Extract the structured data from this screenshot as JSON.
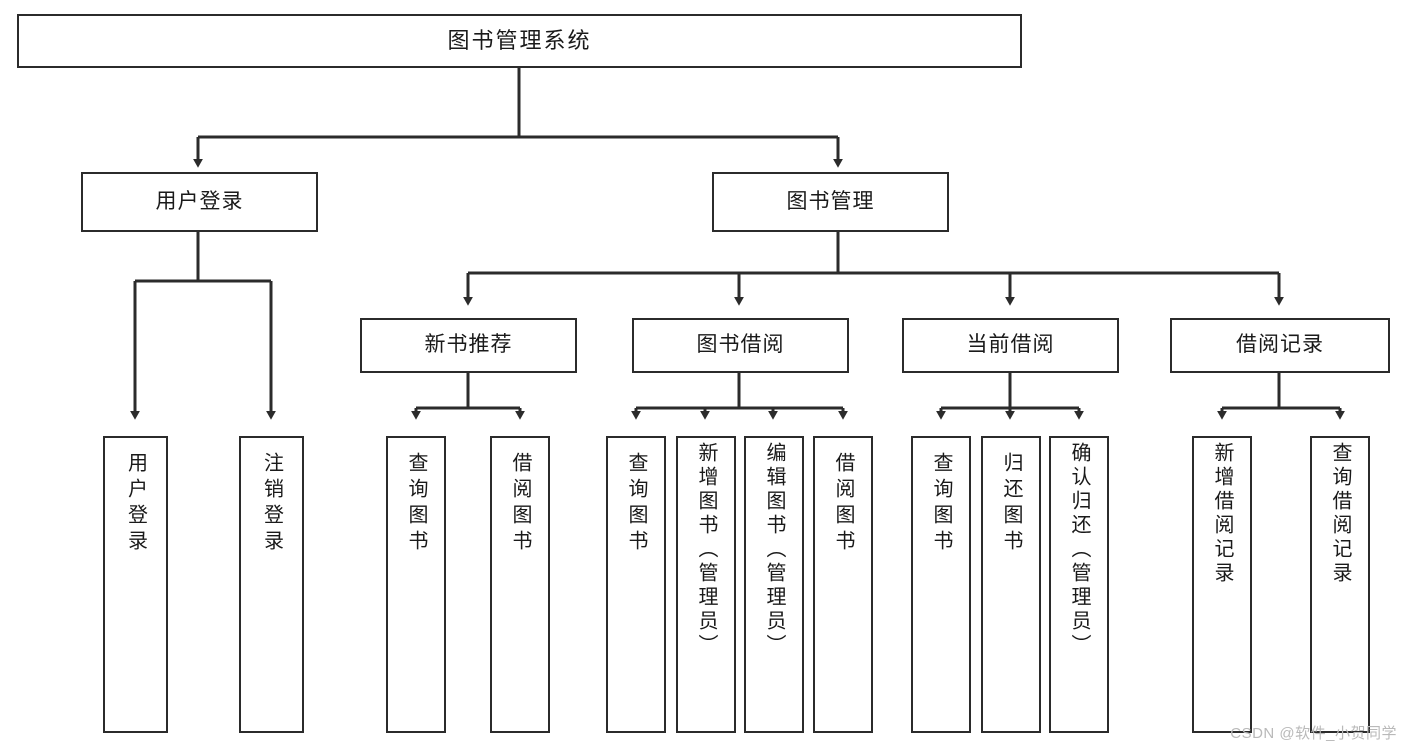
{
  "diagram": {
    "title": "图书管理系统",
    "type": "tree",
    "colors": {
      "background": "#ffffff",
      "box_border": "#2b2b2b",
      "box_fill": "#ffffff",
      "text": "#1a1a1a",
      "connector": "#2b2b2b",
      "watermark": "#b9b9b9"
    }
  },
  "watermark": {
    "text": "CSDN @软件_小贺同学"
  },
  "nodes": {
    "root": {
      "label": "图书管理系统"
    },
    "level2": [
      {
        "id": "user-login",
        "label": "用户登录"
      },
      {
        "id": "book-manage",
        "label": "图书管理"
      }
    ],
    "level3": [
      {
        "id": "new-book-recommend",
        "label": "新书推荐"
      },
      {
        "id": "book-borrow",
        "label": "图书借阅"
      },
      {
        "id": "current-borrow",
        "label": "当前借阅"
      },
      {
        "id": "borrow-record",
        "label": "借阅记录"
      }
    ],
    "leaves": {
      "user_login": [
        {
          "id": "leaf-user-login",
          "label": "用户登录"
        },
        {
          "id": "leaf-logout",
          "label": "注销登录"
        }
      ],
      "new_book_recommend": [
        {
          "id": "leaf-query-book-1",
          "label": "查询图书"
        },
        {
          "id": "leaf-borrow-book-1",
          "label": "借阅图书"
        }
      ],
      "book_borrow": [
        {
          "id": "leaf-query-book-2",
          "label": "查询图书"
        },
        {
          "id": "leaf-add-book",
          "label": "新增图书（管理员）"
        },
        {
          "id": "leaf-edit-book",
          "label": "编辑图书（管理员）"
        },
        {
          "id": "leaf-borrow-book-2",
          "label": "借阅图书"
        }
      ],
      "current_borrow": [
        {
          "id": "leaf-query-book-3",
          "label": "查询图书"
        },
        {
          "id": "leaf-return-book",
          "label": "归还图书"
        },
        {
          "id": "leaf-confirm-return",
          "label": "确认归还（管理员）"
        }
      ],
      "borrow_record": [
        {
          "id": "leaf-add-record",
          "label": "新增借阅记录"
        },
        {
          "id": "leaf-query-record",
          "label": "查询借阅记录"
        }
      ]
    }
  }
}
